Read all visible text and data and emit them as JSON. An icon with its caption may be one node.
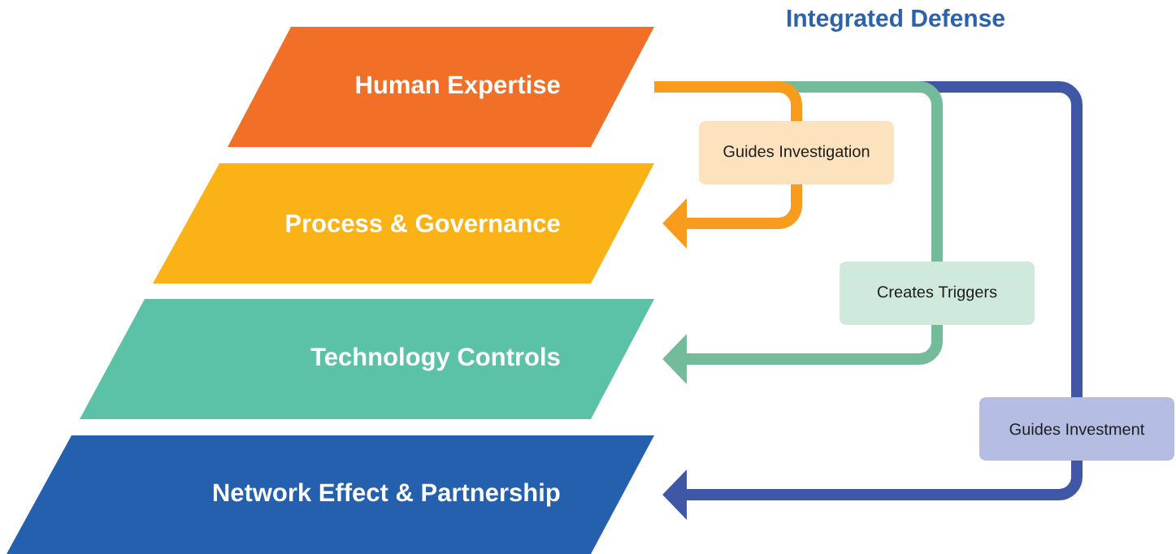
{
  "diagram": {
    "title": "Integrated Defense",
    "nodes": [
      {
        "text": [
          "Human Expertise"
        ]
      },
      {
        "text": [
          "Process & Governance"
        ]
      },
      {
        "text": [
          "Technology Controls"
        ]
      },
      {
        "text": [
          "Network Effect & Partnership"
        ]
      }
    ],
    "edges": [
      {
        "from": 0,
        "to": 1,
        "arrow": "to",
        "label": "Guides Investigation",
        "color": "#f99b1c"
      },
      {
        "from": 0,
        "to": 2,
        "arrow": "to",
        "label": "Creates Triggers",
        "color": "#74bb9b"
      },
      {
        "from": 0,
        "to": 3,
        "arrow": "to",
        "label": "Guides Investment",
        "color": "#3f57a5"
      }
    ]
  }
}
